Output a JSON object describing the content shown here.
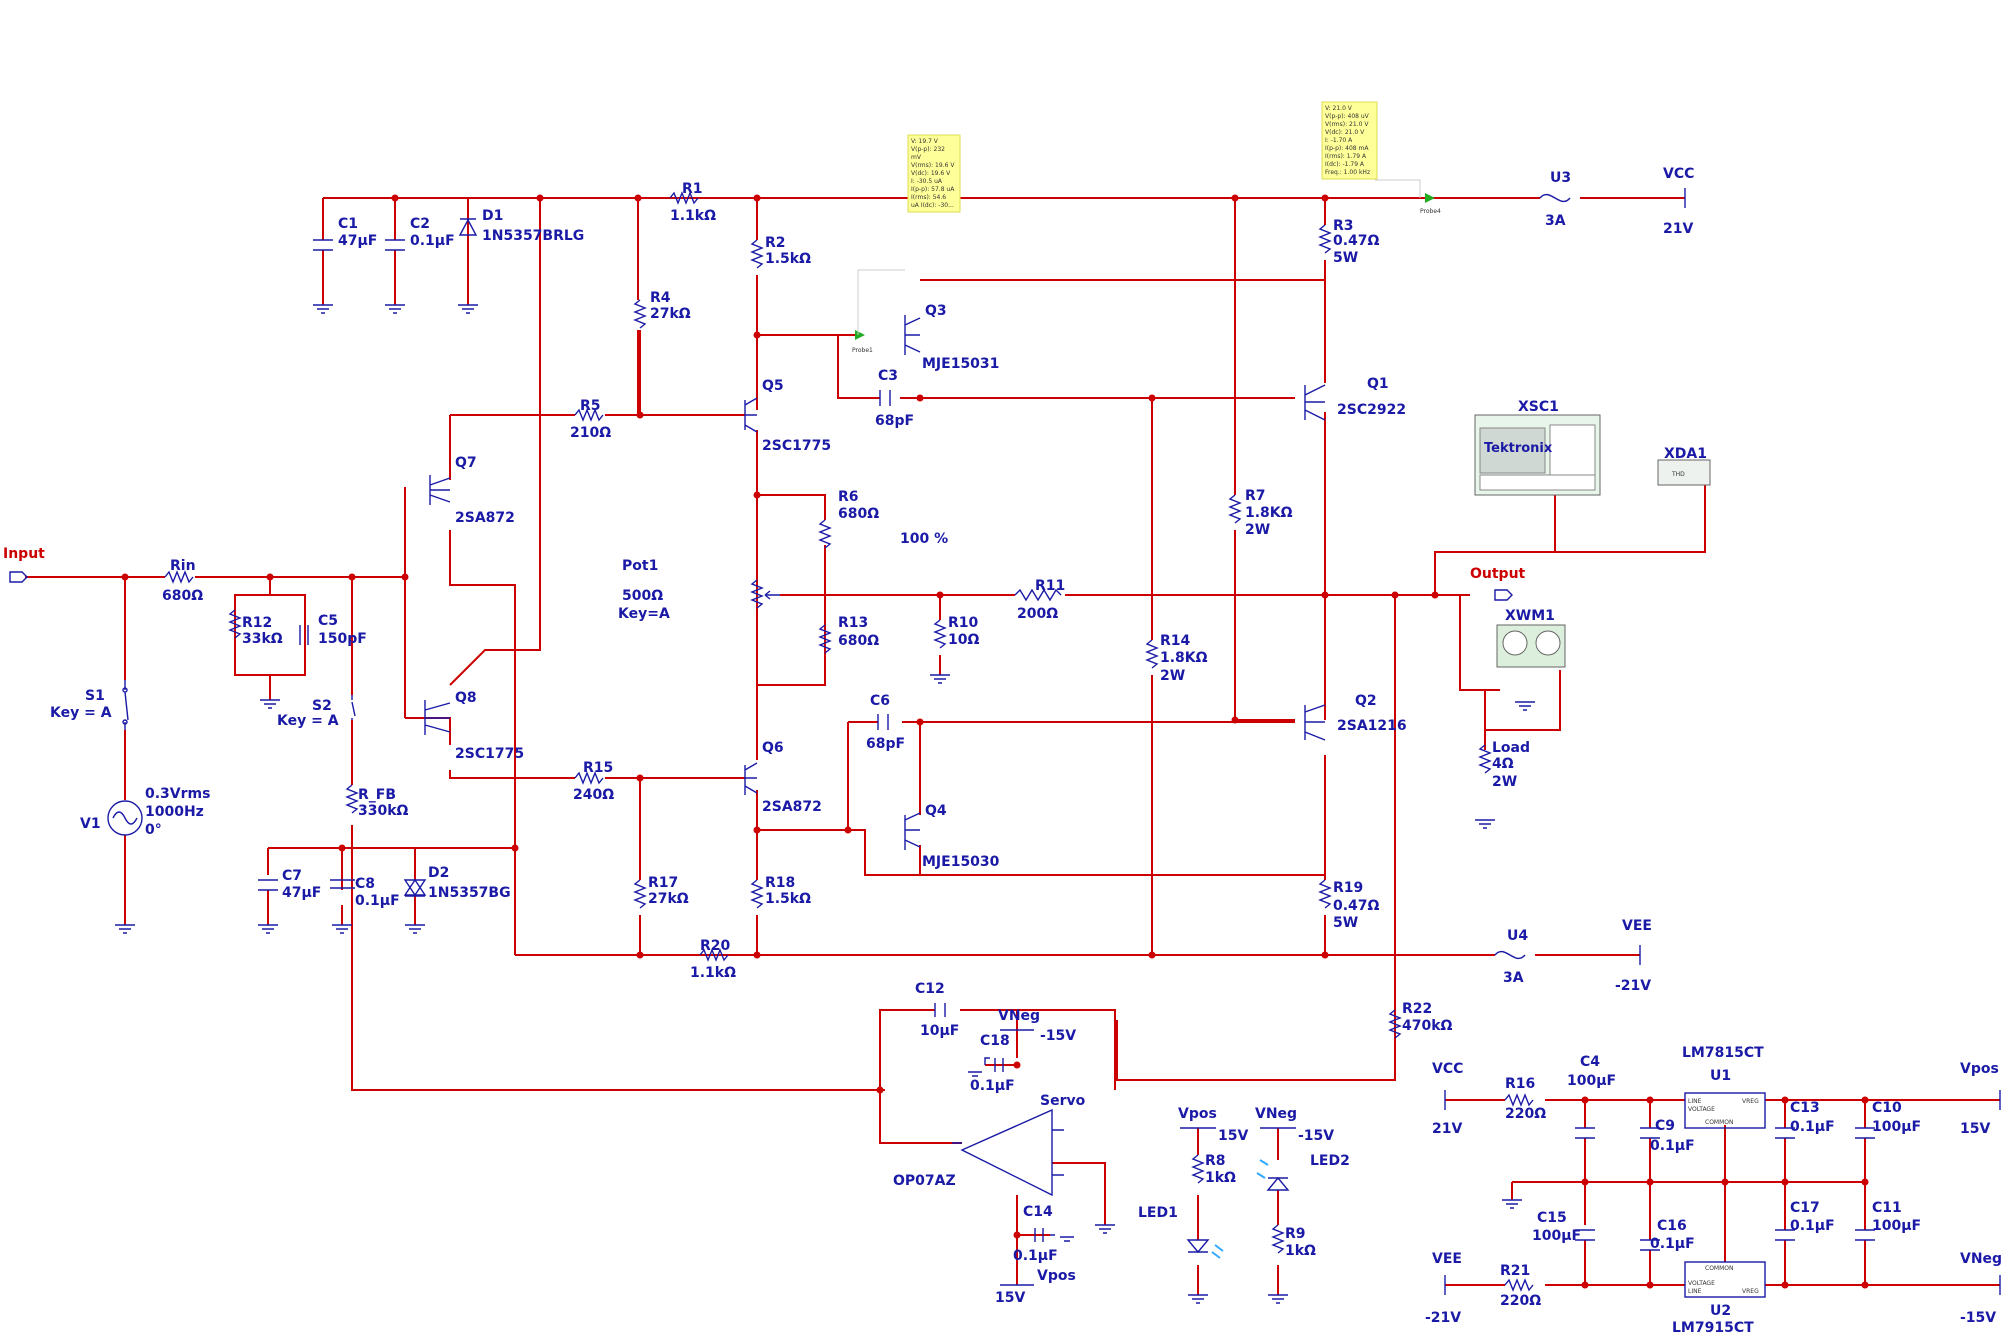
{
  "ports": {
    "input": "Input",
    "output": "Output"
  },
  "components": {
    "c1": {
      "ref": "C1",
      "value": "47µF"
    },
    "c2": {
      "ref": "C2",
      "value": "0.1µF"
    },
    "d1": {
      "ref": "D1",
      "value": "1N5357BRLG"
    },
    "r1": {
      "ref": "R1",
      "value": "1.1kΩ"
    },
    "r2": {
      "ref": "R2",
      "value": "1.5kΩ"
    },
    "r3": {
      "ref": "R3",
      "value": "0.47Ω",
      "rating": "5W"
    },
    "u3": {
      "ref": "U3",
      "value": "3A"
    },
    "vcc_top": {
      "ref": "VCC",
      "value": "21V"
    },
    "r4": {
      "ref": "R4",
      "value": "27kΩ"
    },
    "q3": {
      "ref": "Q3",
      "value": "MJE15031"
    },
    "c3": {
      "ref": "C3",
      "value": "68pF"
    },
    "q1": {
      "ref": "Q1",
      "value": "2SC2922"
    },
    "r5": {
      "ref": "R5",
      "value": "210Ω"
    },
    "q5": {
      "ref": "Q5",
      "value": "2SC1775"
    },
    "q7": {
      "ref": "Q7",
      "value": "2SA872"
    },
    "xsc1": {
      "ref": "XSC1",
      "brand": "Tektronix"
    },
    "xda1": {
      "ref": "XDA1",
      "label": "THD"
    },
    "r6": {
      "ref": "R6",
      "value": "680Ω"
    },
    "r7": {
      "ref": "R7",
      "value": "1.8KΩ",
      "rating": "2W"
    },
    "rin": {
      "ref": "Rin",
      "value": "680Ω"
    },
    "pot1": {
      "ref": "Pot1",
      "value": "500Ω",
      "key": "Key=A",
      "percent": "100 %"
    },
    "r11": {
      "ref": "R11",
      "value": "200Ω"
    },
    "r12": {
      "ref": "R12",
      "value": "33kΩ"
    },
    "c5": {
      "ref": "C5",
      "value": "150pF"
    },
    "r10": {
      "ref": "R10",
      "value": "10Ω"
    },
    "r13": {
      "ref": "R13",
      "value": "680Ω"
    },
    "r14": {
      "ref": "R14",
      "value": "1.8KΩ",
      "rating": "2W"
    },
    "xwm1": {
      "ref": "XWM1"
    },
    "s1": {
      "ref": "S1",
      "key": "Key = A"
    },
    "s2": {
      "ref": "S2",
      "key": "Key = A"
    },
    "q8": {
      "ref": "Q8",
      "value": "2SC1775"
    },
    "c6": {
      "ref": "C6",
      "value": "68pF"
    },
    "q2": {
      "ref": "Q2",
      "value": "2SA1216"
    },
    "load": {
      "ref": "Load",
      "value": "4Ω",
      "rating": "2W"
    },
    "r15": {
      "ref": "R15",
      "value": "240Ω"
    },
    "q6": {
      "ref": "Q6",
      "value": "2SA872"
    },
    "v1": {
      "ref": "V1",
      "amplitude": "0.3Vrms",
      "freq": "1000Hz",
      "phase": "0°"
    },
    "rfb": {
      "ref": "R_FB",
      "value": "330kΩ"
    },
    "q4": {
      "ref": "Q4",
      "value": "MJE15030"
    },
    "c7": {
      "ref": "C7",
      "value": "47µF"
    },
    "c8": {
      "ref": "C8",
      "value": "0.1µF"
    },
    "d2": {
      "ref": "D2",
      "value": "1N5357BG"
    },
    "r17": {
      "ref": "R17",
      "value": "27kΩ"
    },
    "r18": {
      "ref": "R18",
      "value": "1.5kΩ"
    },
    "r19": {
      "ref": "R19",
      "value": "0.47Ω",
      "rating": "5W"
    },
    "r20": {
      "ref": "R20",
      "value": "1.1kΩ"
    },
    "u4": {
      "ref": "U4",
      "value": "3A"
    },
    "vee_mid": {
      "ref": "VEE",
      "value": "-21V"
    },
    "c12": {
      "ref": "C12",
      "value": "10µF"
    },
    "vneg_servo": {
      "ref": "VNeg",
      "value": "-15V"
    },
    "c18": {
      "ref": "C18",
      "value": "0.1µF"
    },
    "r22": {
      "ref": "R22",
      "value": "470kΩ"
    },
    "servo": {
      "ref": "Servo",
      "value": "OP07AZ"
    },
    "c14": {
      "ref": "C14",
      "value": "0.1µF"
    },
    "vpos_servo": {
      "ref": "Vpos",
      "value": "15V"
    },
    "vpos_led": {
      "ref": "Vpos",
      "value": "15V"
    },
    "vneg_led": {
      "ref": "VNeg",
      "value": "-15V"
    },
    "r8": {
      "ref": "R8",
      "value": "1kΩ"
    },
    "led1": {
      "ref": "LED1"
    },
    "led2": {
      "ref": "LED2"
    },
    "r9": {
      "ref": "R9",
      "value": "1kΩ"
    },
    "u1": {
      "ref": "U1",
      "value": "LM7815CT"
    },
    "u2": {
      "ref": "U2",
      "value": "LM7915CT"
    },
    "vcc_bot": {
      "ref": "VCC",
      "value": "21V"
    },
    "r16": {
      "ref": "R16",
      "value": "220Ω"
    },
    "c4": {
      "ref": "C4",
      "value": "100µF"
    },
    "c9": {
      "ref": "C9",
      "value": "0.1µF"
    },
    "c13": {
      "ref": "C13",
      "value": "0.1µF"
    },
    "c10": {
      "ref": "C10",
      "value": "100µF"
    },
    "vpos_out": {
      "ref": "Vpos",
      "value": "15V"
    },
    "c15": {
      "ref": "C15",
      "value": "100µF"
    },
    "c16": {
      "ref": "C16",
      "value": "0.1µF"
    },
    "c17": {
      "ref": "C17",
      "value": "0.1µF"
    },
    "c11": {
      "ref": "C11",
      "value": "100µF"
    },
    "vee_bot": {
      "ref": "VEE",
      "value": "-21V"
    },
    "r21": {
      "ref": "R21",
      "value": "220Ω"
    },
    "vneg_out": {
      "ref": "VNeg",
      "value": "-15V"
    }
  },
  "probes": {
    "probe1": {
      "name": "Probe1",
      "lines": [
        "V: 19.7 V",
        "V(p-p): 232",
        "mV",
        "V(rms): 19.6 V",
        "V(dc): 19.6 V",
        "I: -30.5 uA",
        "I(p-p): 57.8 uA",
        "I(rms): 54.6",
        "uA I(dc): -30..."
      ]
    },
    "probe4": {
      "name": "Probe4",
      "lines": [
        "V: 21.0 V",
        "V(p-p): 408 uV",
        "V(rms): 21.0 V",
        "V(dc): 21.0 V",
        "I: -1.70 A",
        "I(p-p): 408 mA",
        "I(rms): 1.79 A",
        "I(dc): -1.79 A",
        "Freq.: 1.00 kHz"
      ]
    }
  },
  "regulator_pins": {
    "line": "LINE",
    "voltage": "VOLTAGE",
    "vreg": "VREG",
    "common": "COMMON"
  },
  "colors": {
    "wire": "#cc0000",
    "component": "#1a1aa6",
    "label": "#1a1aa6",
    "port_label": "#cc0000",
    "probe_box": "#ffff99",
    "probe_marker": "#22aa22",
    "led_light": "#33aaff"
  }
}
